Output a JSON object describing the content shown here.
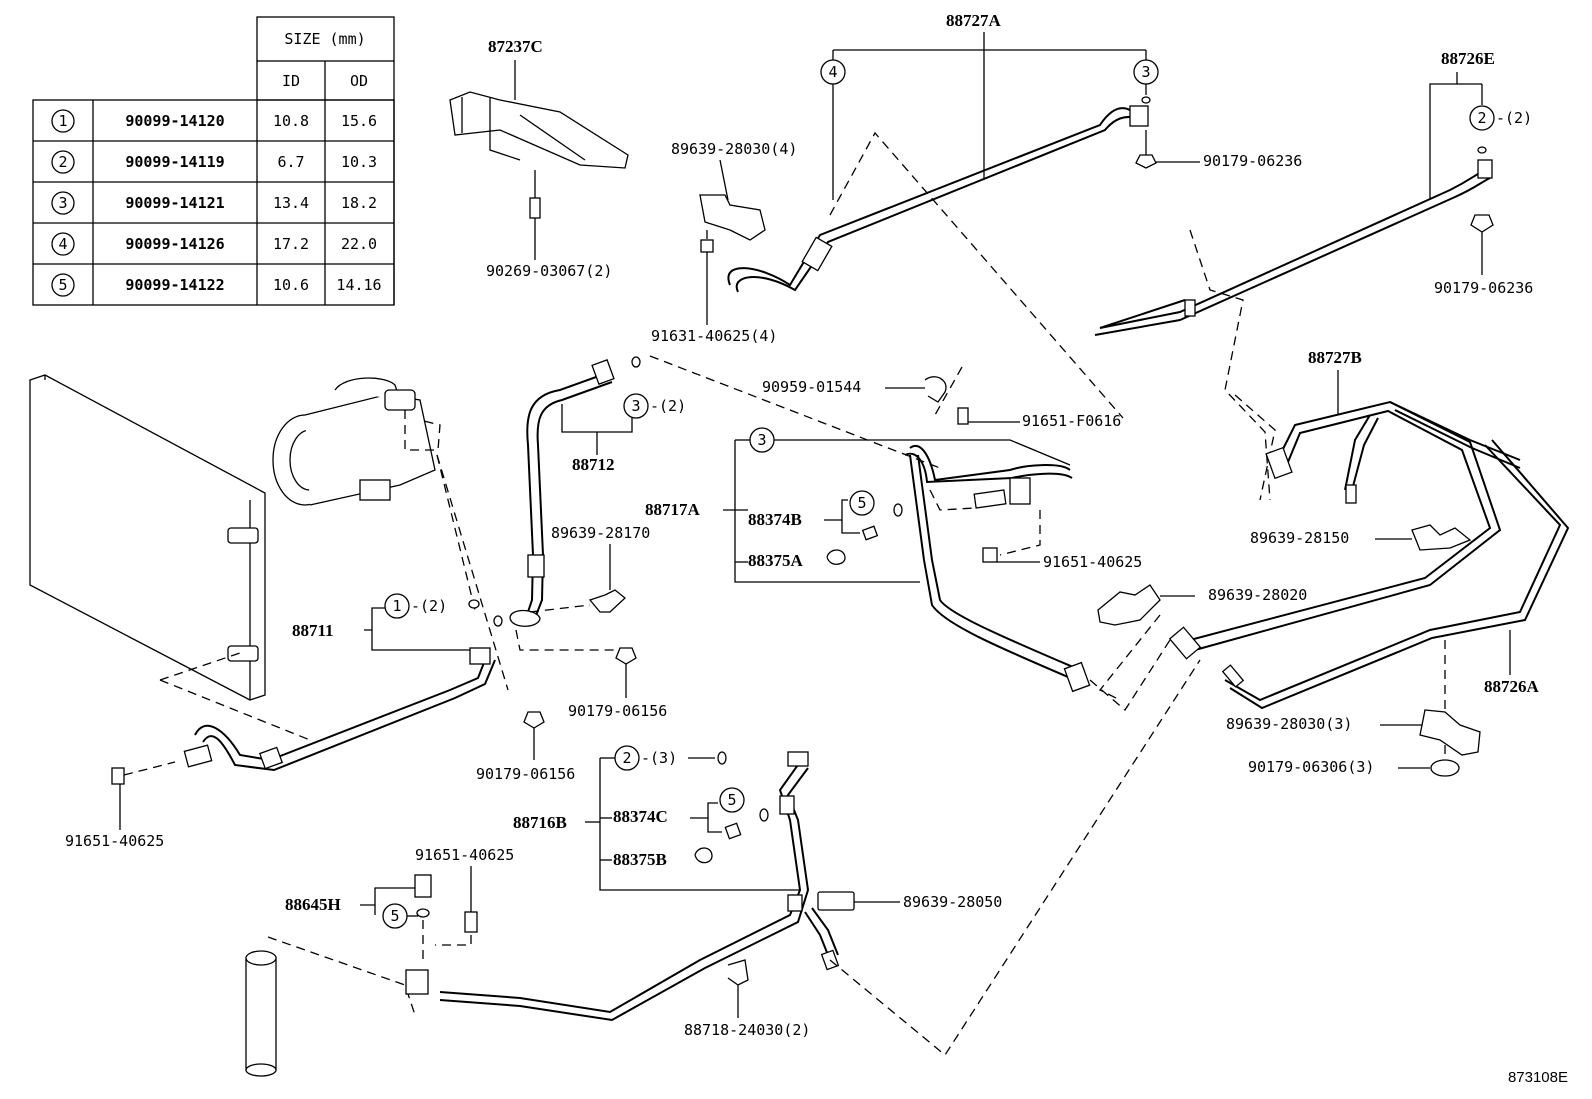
{
  "size_table": {
    "size_header": "SIZE (mm)",
    "id_header": "ID",
    "od_header": "OD",
    "rows": [
      {
        "mark": "1",
        "part": "90099-14120",
        "id": "10.8",
        "od": "15.6"
      },
      {
        "mark": "2",
        "part": "90099-14119",
        "id": "6.7",
        "od": "10.3"
      },
      {
        "mark": "3",
        "part": "90099-14121",
        "id": "13.4",
        "od": "18.2"
      },
      {
        "mark": "4",
        "part": "90099-14126",
        "id": "17.2",
        "od": "22.0"
      },
      {
        "mark": "5",
        "part": "90099-14122",
        "id": "10.6",
        "od": "14.16"
      }
    ]
  },
  "labels": {
    "l87237C": "87237C",
    "l90269_03067": "90269-03067(2)",
    "l88727A": "88727A",
    "l89639_28030_4": "89639-28030(4)",
    "l91631_40625_4": "91631-40625(4)",
    "l90179_06236_a": "90179-06236",
    "l88726E": "88726E",
    "l90179_06236_b": "90179-06236",
    "l88727B": "88727B",
    "l88712": "88712",
    "l90959_01544": "90959-01544",
    "l91651_F0616": "91651-F0616",
    "l88717A": "88717A",
    "l88374B": "88374B",
    "l88375A": "88375A",
    "l89639_28170": "89639-28170",
    "l91651_40625_a": "91651-40625",
    "l89639_28150": "89639-28150",
    "l89639_28020": "89639-28020",
    "l88711": "88711",
    "l90179_06156_a": "90179-06156",
    "l90179_06156_b": "90179-06156",
    "l88726A": "88726A",
    "l89639_28030_3": "89639-28030(3)",
    "l90179_06306_3": "90179-06306(3)",
    "l91651_40625_b": "91651-40625",
    "l88716B": "88716B",
    "l88374C": "88374C",
    "l88375B": "88375B",
    "l91651_40625_c": "91651-40625",
    "l88645H": "88645H",
    "l89639_28050": "89639-28050",
    "l88718_24030": "88718-24030(2)",
    "q2": "(2)",
    "q3": "(3)",
    "q2_dash": "-(2)",
    "q3_dash": "-(3)"
  },
  "circles": {
    "c1": "1",
    "c2": "2",
    "c3": "3",
    "c4": "4",
    "c5": "5"
  },
  "footer": {
    "illustration_code": "873108E"
  }
}
